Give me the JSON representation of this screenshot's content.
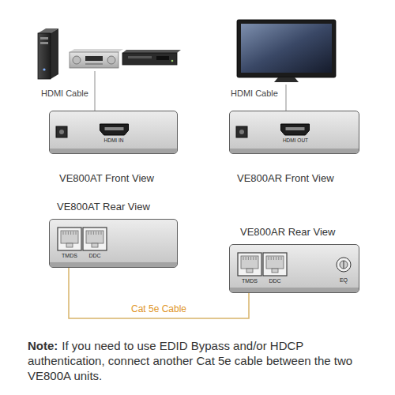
{
  "diagram": {
    "nodes": [
      {
        "text": [
          "HDMI IN",
          "VE800AT Front View"
        ]
      },
      {
        "text": [
          "HDMI OUT",
          "VE800AR Front View"
        ]
      },
      {
        "text": [
          "VE800AT Rear View",
          "TMDS",
          "DDC"
        ]
      },
      {
        "text": [
          "VE800AR Rear View",
          "TMDS",
          "DDC",
          "EQ"
        ]
      }
    ],
    "edges": [
      {
        "from": 2,
        "to": 3,
        "arrow": "none",
        "label": "Cat 5e Cable"
      }
    ],
    "labels": [
      "HDMI Cable",
      "HDMI Cable",
      "Note:",
      "If you need to use EDID Bypass and/or HDCP authentication, connect another Cat 5e cable between the two VE800A units."
    ]
  }
}
